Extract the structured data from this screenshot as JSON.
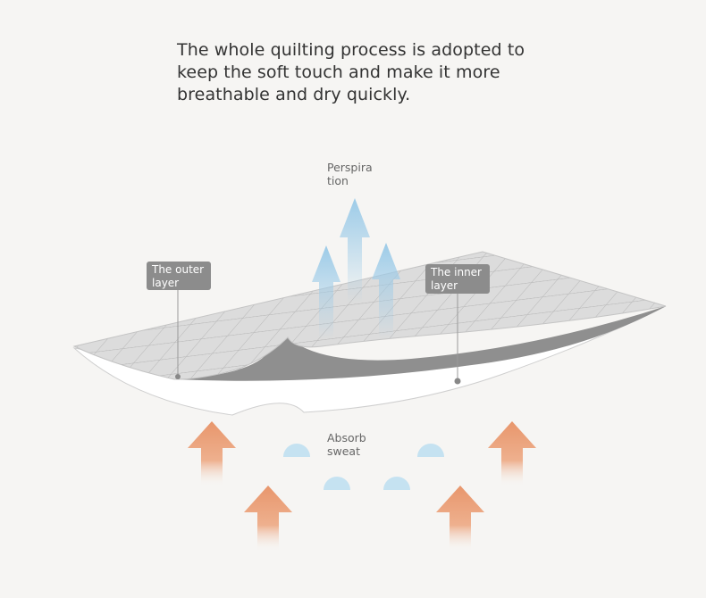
{
  "headline": "The whole quilting process is adopted to keep the soft touch and make it more breathable and dry quickly.",
  "labels": {
    "perspiration": "Perspira tion",
    "outer_layer": "The outer layer",
    "inner_layer": "The inner layer",
    "absorb_sweat": "Absorb sweat"
  },
  "colors": {
    "background": "#f6f5f3",
    "surface": "#d9d9d9",
    "under_layer": "#8f8f8f",
    "blue_arrow": "#a9d3ec",
    "orange_arrow": "#e9a07a",
    "tag": "#8c8c8c"
  }
}
